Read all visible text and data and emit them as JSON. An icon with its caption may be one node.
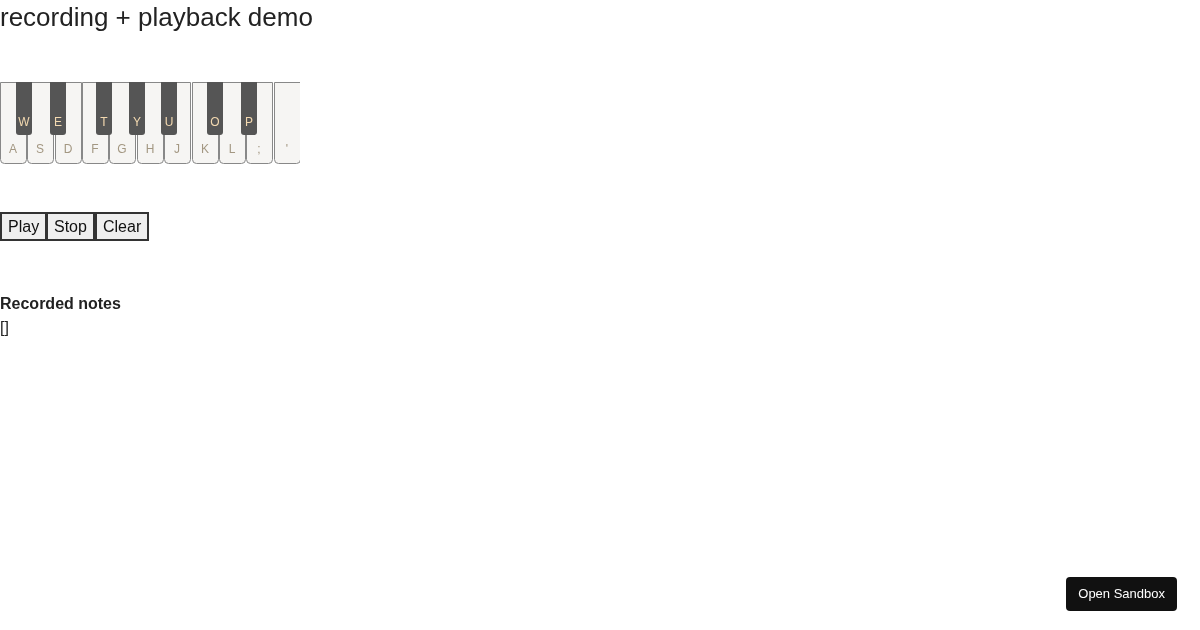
{
  "diagram": {
    "title": "recording + playback demo",
    "nodes": [
      {
        "text": [
          "Play"
        ]
      },
      {
        "text": [
          "Stop"
        ]
      },
      {
        "text": [
          "Clear"
        ]
      },
      {
        "text": [
          "Open Sandbox"
        ]
      }
    ],
    "labels": [
      "W",
      "E",
      "T",
      "Y",
      "U",
      "O",
      "P",
      "A",
      "S",
      "D",
      "F",
      "G",
      "H",
      "J",
      "K",
      "L",
      ";",
      "'",
      "Recorded notes",
      "[]"
    ]
  }
}
